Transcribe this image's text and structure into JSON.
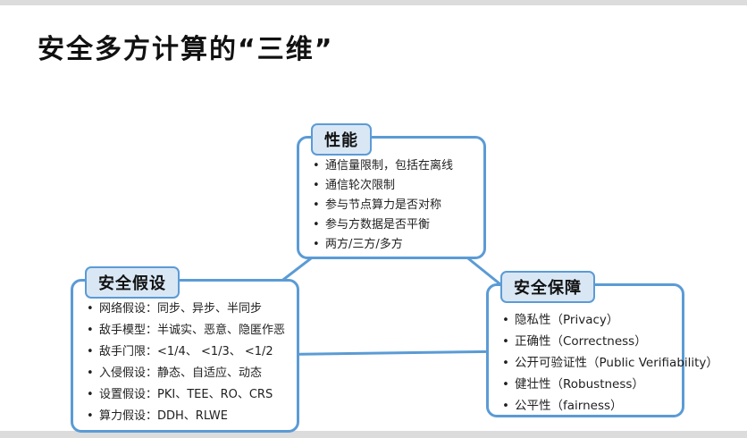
{
  "title": "安全多方计算的“三维”",
  "colors": {
    "accent": "#5B9BD5",
    "header_fill": "#D9E7F5",
    "text": "#1f1f1f"
  },
  "boxes": {
    "performance": {
      "header": "性能",
      "items": [
        "通信量限制，包括在离线",
        "通信轮次限制",
        "参与节点算力是否对称",
        "参与方数据是否平衡",
        "两方/三方/多方"
      ]
    },
    "assumptions": {
      "header": "安全假设",
      "items": [
        "网络假设：同步、异步、半同步",
        "敌手模型：半诚实、恶意、隐匿作恶",
        "敌手门限：<1/4、 <1/3、 <1/2",
        "入侵假设：静态、自适应、动态",
        "设置假设：PKI、TEE、RO、CRS",
        "算力假设：DDH、RLWE"
      ]
    },
    "guarantees": {
      "header": "安全保障",
      "items": [
        "隐私性（Privacy）",
        "正确性（Correctness）",
        "公开可验证性（Public Verifiability）",
        "健壮性（Robustness）",
        "公平性（fairness）"
      ]
    }
  }
}
